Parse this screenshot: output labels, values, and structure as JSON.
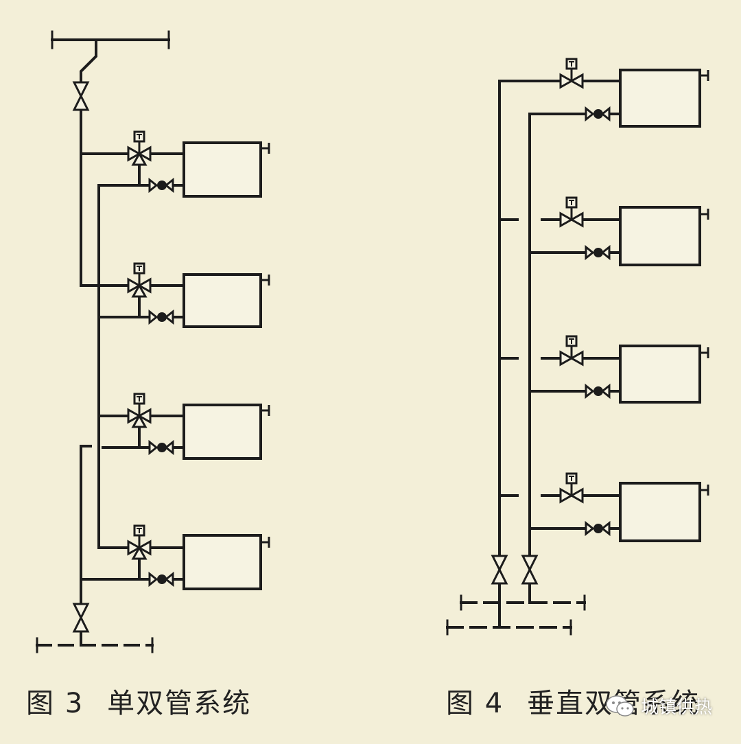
{
  "figures": [
    {
      "number": "图 3",
      "title": "单双管系统",
      "radiators": 4
    },
    {
      "number": "图 4",
      "title": "垂直双管系统",
      "radiators": 4
    }
  ],
  "watermark": {
    "text": "城镇供热",
    "icon": "wechat-icon"
  },
  "colors": {
    "background": "#f3efd8",
    "line": "#1c1c1c",
    "radiator_fill": "#f6f3e2"
  }
}
